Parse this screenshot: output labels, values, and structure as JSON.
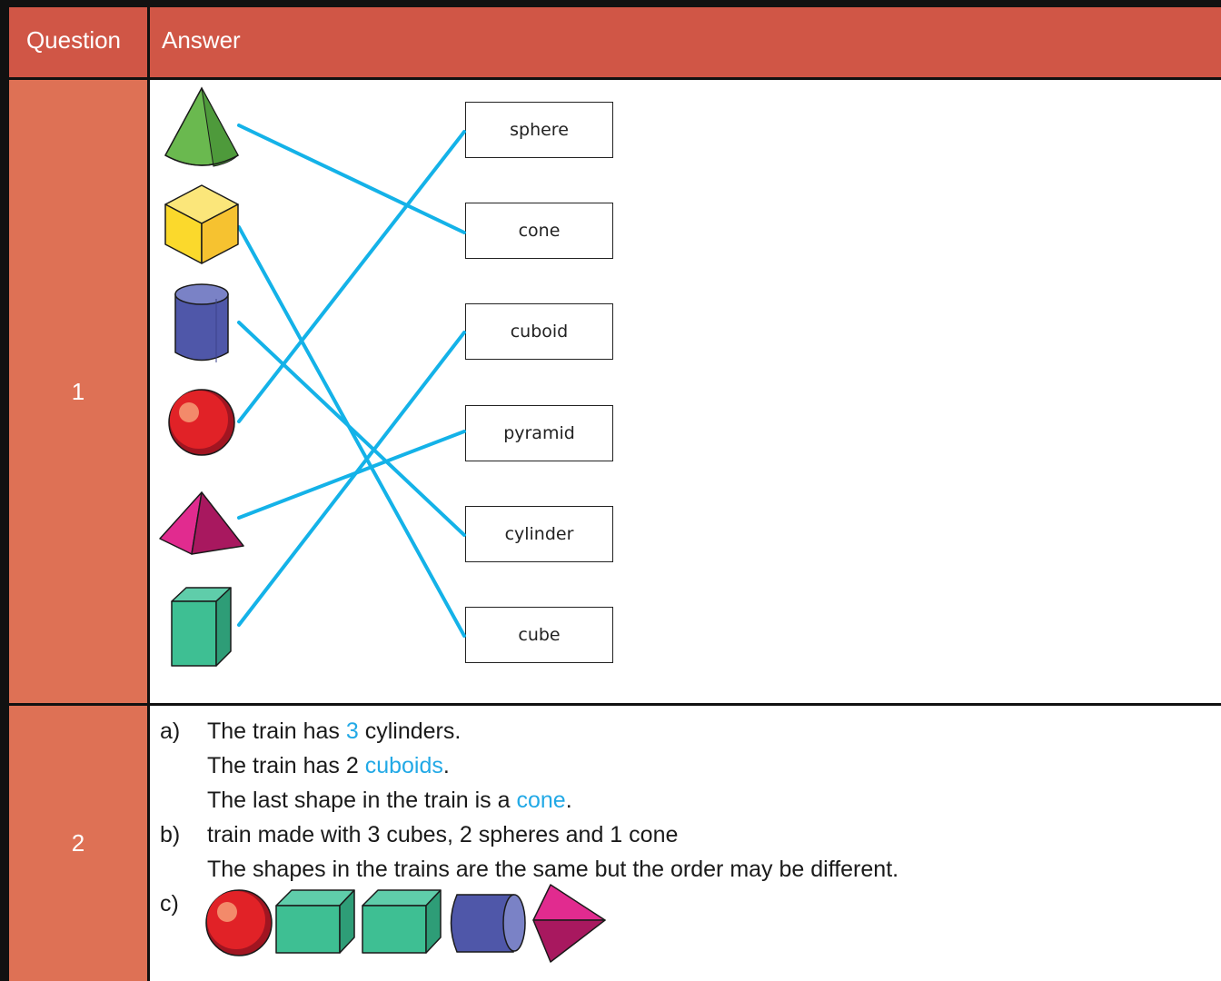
{
  "header": {
    "question": "Question",
    "answer": "Answer"
  },
  "rows": [
    {
      "number": "1"
    },
    {
      "number": "2"
    }
  ],
  "q1": {
    "shape_icons": [
      "cone-icon",
      "cube-icon",
      "cylinder-icon",
      "sphere-icon",
      "pyramid-icon",
      "cuboid-icon"
    ],
    "labels": [
      "sphere",
      "cone",
      "cuboid",
      "pyramid",
      "cylinder",
      "cube"
    ],
    "match_line_color": "#14b2e8"
  },
  "q2": {
    "a_marker": "a)",
    "a_line1_pre": "The train has ",
    "a_line1_ans": "3",
    "a_line1_post": " cylinders.",
    "a_line2_pre": "The train has 2 ",
    "a_line2_ans": "cuboids",
    "a_line2_post": ".",
    "a_line3_pre": "The last shape in the train is a ",
    "a_line3_ans": "cone",
    "a_line3_post": ".",
    "b_marker": "b)",
    "b_line1": "train made with 3 cubes, 2 spheres and 1 cone",
    "b_line2": "The shapes in the trains are the same but the order may be different.",
    "c_marker": "c)",
    "c_train_icons": [
      "sphere-icon",
      "cuboid-icon",
      "cuboid-icon",
      "cylinder-icon",
      "pyramid-icon"
    ]
  },
  "colors": {
    "header_bg": "#d05646",
    "question_cell_bg": "#de7155",
    "answer_highlight": "#22a9e6"
  }
}
